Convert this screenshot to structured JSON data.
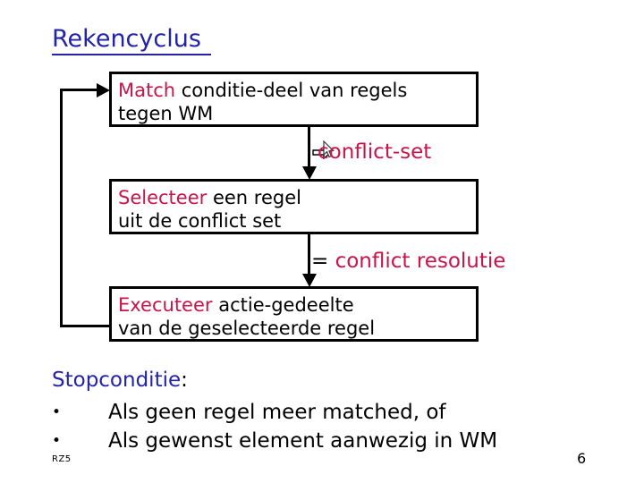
{
  "slide": {
    "title": "Rekencyclus",
    "footer_code": "RZ5",
    "page_number": "6"
  },
  "colors": {
    "title_blue": "#2323A8",
    "keyword_crimson": "#C81448",
    "body_black": "#000000",
    "box_border": "#000000",
    "background": "#FFFFFF"
  },
  "flow": {
    "boxes": [
      {
        "name": "match",
        "keyword": "Match",
        "line1_rest": " conditie-deel van regels",
        "line2": "tegen WM"
      },
      {
        "name": "select",
        "keyword": "Selecteer",
        "line1_rest": " een regel",
        "line2": "uit de conflict set"
      },
      {
        "name": "execute",
        "keyword": "Executeer",
        "line1_rest": " actie-gedeelte",
        "line2": "van de geselecteerde regel"
      }
    ],
    "annotations": [
      {
        "name": "conflict-set",
        "text": "conflict-set",
        "icon": "callout-arrow-icon"
      },
      {
        "name": "conflict-resolutie",
        "prefix": "= ",
        "text": "conflict resolutie"
      }
    ]
  },
  "stopconditie": {
    "heading": "Stopconditie",
    "heading_colon": ":",
    "bullet_glyph": "•",
    "items": [
      "Als geen regel meer matched, of",
      "Als gewenst element aanwezig in WM"
    ]
  }
}
